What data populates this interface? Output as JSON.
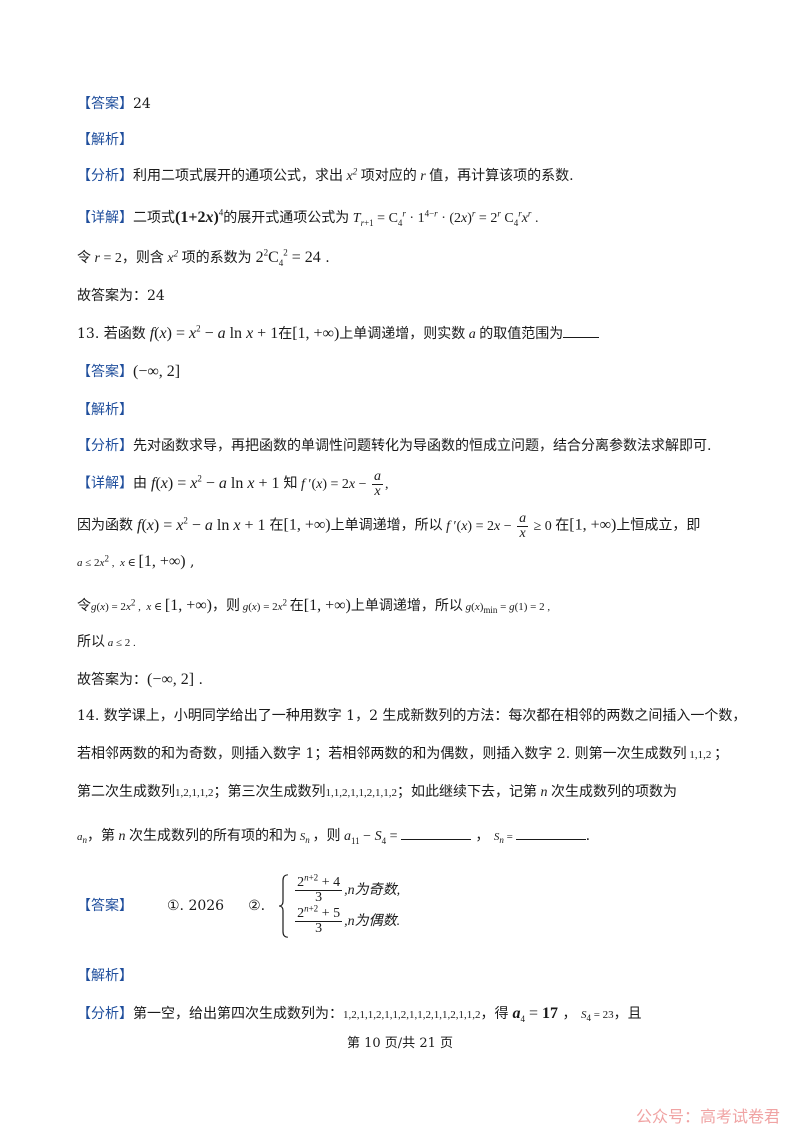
{
  "tags": {
    "answer": "【答案】",
    "analysis": "【解析】",
    "fenxi": "【分析】",
    "detail": "【详解】"
  },
  "q12": {
    "answer_value": "24",
    "fenxi_a": "利用二项式展开的通项公式，求出",
    "fenxi_b": "项对应的",
    "fenxi_c": "值，再计算该项的系数.",
    "detail_a": "二项式",
    "detail_b": "的展开式通项公式为",
    "ling": "令",
    "ling_b": "，则含",
    "ling_c": "项的系数为",
    "final": "故答案为：24"
  },
  "q13": {
    "number": "13.",
    "stem_a": "若函数",
    "stem_b": "在",
    "stem_c": "上单调递增，则实数",
    "stem_d": "的取值范围为",
    "fenxi": "先对函数求导，再把函数的单调性问题转化为导函数的恒成立问题，结合分离参数法求解即可.",
    "detail_a": "由",
    "detail_b": "知",
    "yin_a": "因为函数",
    "yin_b": "在",
    "yin_c": "上单调递增，所以",
    "yin_d": "在",
    "yin_e": "上恒成立，即",
    "ling_a": "令",
    "ling_b": "，则",
    "ling_c": "在",
    "ling_d": "上单调递增，所以",
    "suoyi": "所以",
    "final": "故答案为："
  },
  "q14": {
    "number": "14.",
    "line1": "数学课上，小明同学给出了一种用数字 1，2 生成新数列的方法：每次都在相邻的两数之间插入一个数，",
    "line2_a": "若相邻两数的和为奇数，则插入数字 1；若相邻两数的和为偶数，则插入数字 2. 则第一次生成数列",
    "line3_a": "第二次生成数列",
    "line3_b": "；第三次生成数列",
    "line3_c": "；如此继续下去，记第",
    "line3_d": "次生成数列的项数为",
    "line4_a": "，第",
    "line4_b": "次生成数列的所有项的和为",
    "line4_c": "，则",
    "answer_1": "①. 2026",
    "answer_2": "②.",
    "case_odd": ",n为奇数,",
    "case_even": ",n为偶数.",
    "fenxi_a": "第一空，给出第四次生成数列为：",
    "fenxi_b": "，得",
    "fenxi_c": "，且"
  },
  "footer": "第 10 页/共 21 页",
  "watermark": "公众号：高考试卷君"
}
